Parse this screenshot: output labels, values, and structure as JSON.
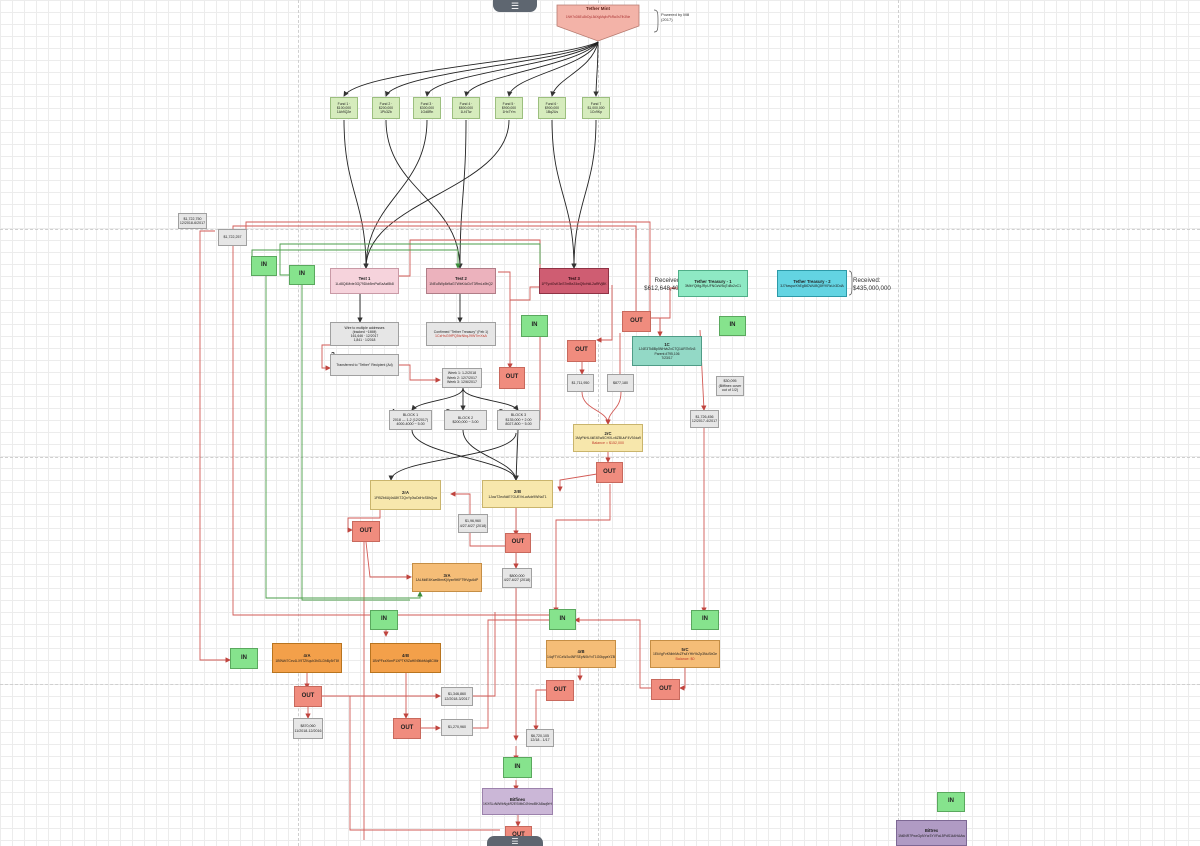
{
  "header": {
    "title": "Tether Mint",
    "address": "1NH7xD6Eu3bDyL5dXgMq4vPkRw2sTfh3Ne",
    "powered_by": "Powered by Mill\n(2017)"
  },
  "funds": [
    {
      "label": "Fund 1 · $100,000",
      "sub": "1Ah9Q2e"
    },
    {
      "label": "Fund 2 · $200,000",
      "sub": "1Pk3Zb"
    },
    {
      "label": "Fund 3 · $300,000",
      "sub": "1Gd8Rn"
    },
    {
      "label": "Fund 4 · $800,000",
      "sub": "1Lf4Tw"
    },
    {
      "label": "Fund 5 · $900,000",
      "sub": "1Hx7Ym"
    },
    {
      "label": "Fund 6 · $900,000",
      "sub": "1Bq2Us"
    },
    {
      "label": "Fund 7",
      "sub": "$1,000,000\n1Cv9Kp"
    }
  ],
  "side_notes": {
    "top_left_1": "$1,722,750\n12/2018-6/2017",
    "top_left_2": "$1,722,257"
  },
  "tests": [
    {
      "title": "Test 1",
      "addr": "1Ld8Q4Mxte3Gj79Dkb5mPwEaAsf8k8"
    },
    {
      "title": "Test 2",
      "addr": "1NEu5Wp8x9aG7WbK4cDvT3RmLs9hQ2"
    },
    {
      "title": "Test 3",
      "addr": "1PTyxtGvK3nS7mBeZ4wQ9cHdL2aRfVj8K"
    }
  ],
  "treasuries": [
    {
      "title": "Tether Treasury - 1",
      "addr": "3MbYQMgJRpUFNGzW5qTd8x2vC1"
    },
    {
      "title": "Tether Treasury - 2",
      "addr": "3J7bavpwXhEgBtDWUBQ8fYKRzLh3DdA"
    }
  ],
  "received": [
    {
      "label": "Received:",
      "amount": "$612,648,400"
    },
    {
      "label": "Received:",
      "amount": "$435,000,000"
    }
  ],
  "steps": [
    {
      "num": "1",
      "text": "Wire to multiple addresses\n(tracked ~1MM)",
      "sub": "161,646 · 12/2017\n1,841 · 1/2018"
    },
    {
      "num": "2",
      "text": "Confirmed \"Tether Treasury\" (Feb 1)",
      "sub": "1CzHsG9fPQ5tzNbqJ9W7mXsA"
    },
    {
      "num": "3",
      "text": "Transferred to \"Tether\" Recipient (Ad)"
    },
    {
      "num": "4",
      "text": "BLOCK 1\n2018 — 1-2 (12/2017)\n4000-4000 ~ 5.00"
    },
    {
      "num": "5",
      "text": "BLOCK 2\n$200,000 ~ 3.00"
    },
    {
      "num": "5",
      "text": "BLOCK 3\n$135,000 + 2.00\n8027-800 ~ 5.00"
    }
  ],
  "week_box": "Week 1: 1-2/2018\nWeek 2: 12/7/2017\nWeek 3: 12/6/2017",
  "nodes": {
    "one_c": {
      "title": "1C",
      "addr": "1J4E3Tk8Bp5NHvkZxCTQ1AR7bSn3",
      "lines": "Parent #795,106\n7/23/17"
    },
    "two_c": {
      "title": "2rC",
      "addr": "1MyPkHL4kE4Ew5CHXLv6ZBUuF4V9Jda9",
      "balance": "Balance = $152,000"
    },
    "two_a": {
      "title": "2rA",
      "addr": "1Ff5Zb6Uj4rA8KT2QnYp3wDdHcS8hQxa"
    },
    "two_b": {
      "title": "2rB",
      "addr": "1JuwT2eoNdE7GUEVrLwAdx9WNaT1"
    },
    "three_a": {
      "title": "3rA",
      "addr": "1ALMdE4Kwe8bmKjVyzn9tKFT9tVgu6dP"
    },
    "four_a": {
      "title": "4rA",
      "addr": "1B9Wd7Cxv4LX9TZKquh3hGLDhBy5rT8f"
    },
    "four_b": {
      "title": "4rB",
      "addr": "1BhPFzzXkmP1XPTK9ZaHIN9ikbMqi8CIMr"
    },
    "four_b2": {
      "title": "4rB",
      "addr": "14qFTVCzWJu4NFSEpN0kYxT1G0kpyaYZB"
    },
    "five_c": {
      "title": "5rC",
      "addr": "1EkVgFvKNbhMcZFs4YHhYbZp3NuSbGe",
      "balance": "Balance: $0"
    },
    "bitfinex": {
      "title": "Bitfinex",
      "addr": "1KXSLdWWbNykR2ESMbDJNmd5KA8aq9rH"
    },
    "bittrex": {
      "title": "Bittrex",
      "addr": "1N6NR7PwxGpNYcr3YVFaL5PdS1k4HAAw"
    }
  },
  "amounts": {
    "a1": "$1,711,950",
    "a2": "$877,180",
    "a3": "$1,726,456\n12/2017-4/2017",
    "a4": "$30,095\n(Bitfinex cover\nout of 1/2)",
    "a5": "$1,96,960\n4/27-6/27 (2018)",
    "a6": "$800,000\n4/27-6/27 (2018)",
    "a7": "$1,346,860\n12/2018-3/2017",
    "a8": "$1,270,960",
    "a9": "$870,060\n11/2018-12/2016",
    "a10": "$6,720,105\n12/18 - 1/17"
  },
  "labels": {
    "in": "IN",
    "out": "OUT",
    "menu": "☰",
    "bottom": "☰"
  },
  "colors": {
    "red_line": "#d25a55",
    "green_line": "#4a9e48",
    "black_line": "#222222",
    "in_fill": "#86e38d",
    "out_fill": "#f08c7e"
  }
}
